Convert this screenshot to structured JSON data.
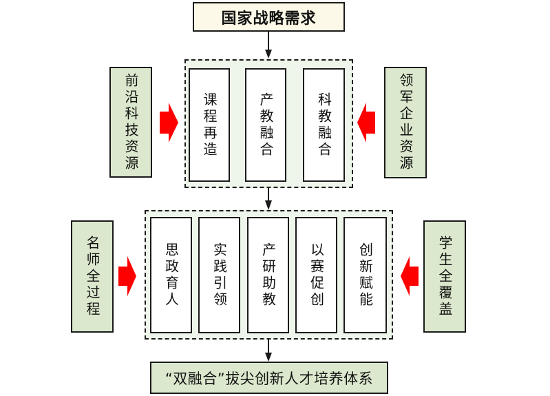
{
  "title": "国家战略需求",
  "colors": {
    "title_bg": "#fdf9e8",
    "source_bg": "#dbe8cd",
    "container_bg": "#eef5ea",
    "arrow_red": "#ff0000",
    "line": "#1a1a1a"
  },
  "stage1": {
    "left_source": "前沿科技资源",
    "right_source": "领军企业资源",
    "items": [
      "课程再造",
      "产教融合",
      "科教融合"
    ]
  },
  "stage2": {
    "left_source": "名师全过程",
    "right_source": "学生全覆盖",
    "items": [
      "思政育人",
      "实践引领",
      "产研助教",
      "以赛促创",
      "创新赋能"
    ]
  },
  "result": "“双融合”拔尖创新人才培养体系"
}
